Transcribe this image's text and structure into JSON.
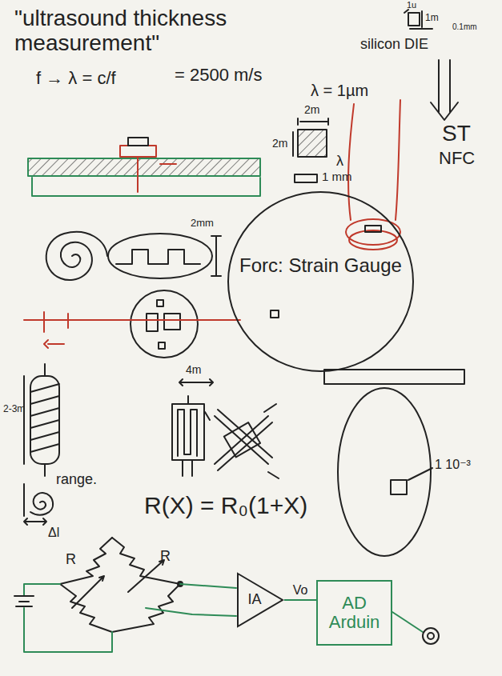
{
  "diagram": {
    "title": "\"ultrasound thickness measurement\"",
    "nodes": [
      {
        "text": [
          "Forc: Strain Gauge"
        ]
      },
      {
        "text": [
          "IA"
        ]
      },
      {
        "text": [
          "AD Arduin"
        ]
      }
    ],
    "edges": [
      {
        "from": 1,
        "to": 2,
        "label": "Vo",
        "arrow": "none"
      }
    ],
    "labels": [
      "f → λ = c/f",
      "= 2500 m/s",
      "1u",
      "1m",
      "0.1mm",
      "silicon DIE",
      "ST",
      "NFC",
      "λ = 1µm",
      "2m",
      "2m",
      "λ",
      "1 mm",
      "2mm",
      "4m",
      "2-3m",
      "range.",
      "Δl",
      "R(X) = R₀(1+X)",
      "1 10⁻³",
      "R",
      "R"
    ]
  }
}
